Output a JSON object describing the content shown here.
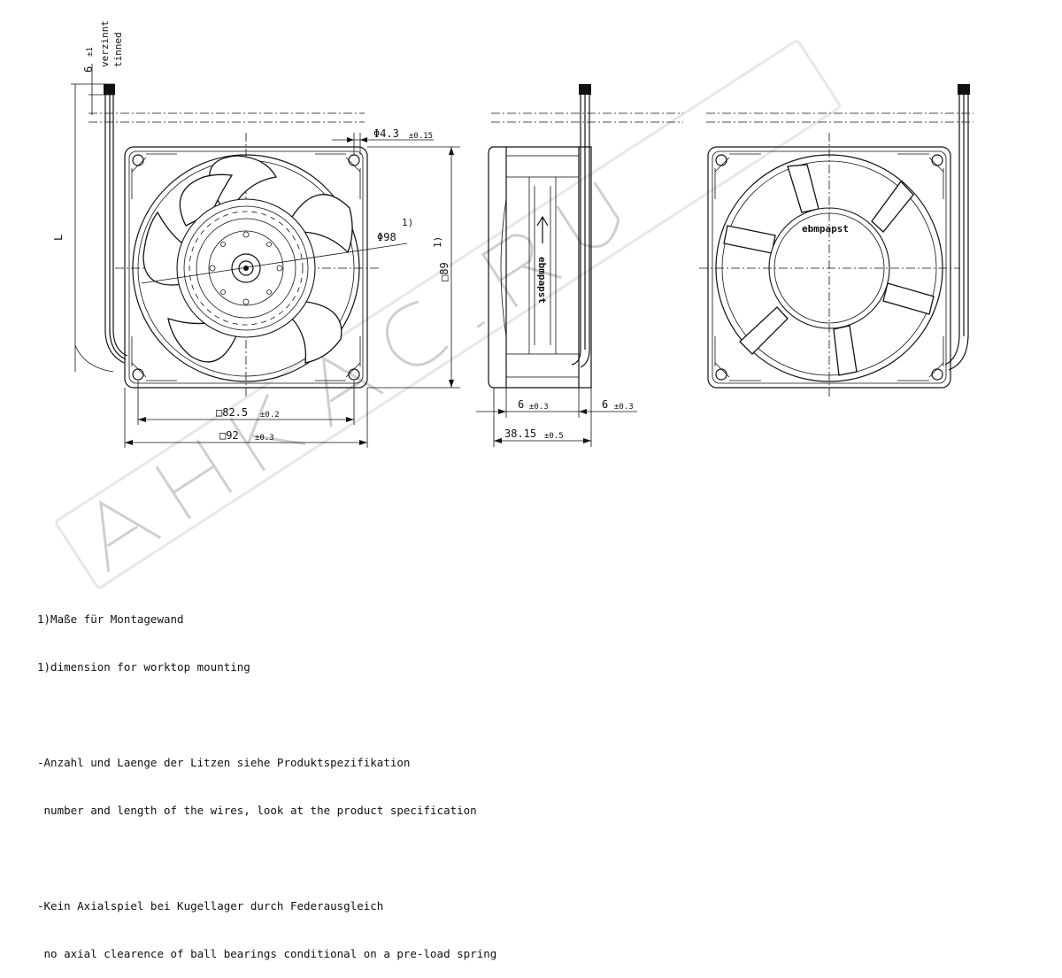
{
  "wire_label": {
    "value": "6",
    "tol": "±1",
    "note_de": "verzinnt",
    "note_en": "tinned"
  },
  "front_view": {
    "hole_dia": "Φ4.3",
    "hole_tol": "±0.15",
    "mount_dia": "Φ98",
    "mount_ref": "1)",
    "square_outer": "□89",
    "square_outer_ref": "1)",
    "length_label": "L",
    "hole_pitch": "□82.5",
    "hole_pitch_tol": "±0.2",
    "frame_size": "□92",
    "frame_size_tol": "±0.3"
  },
  "side_view": {
    "flange_left": "6",
    "flange_left_tol": "±0.3",
    "flange_right": "6",
    "flange_right_tol": "±0.3",
    "depth": "38.15",
    "depth_tol": "±0.5",
    "brand": "ebmpapst"
  },
  "back_view": {
    "brand": "ebmpapst"
  },
  "watermark": "AHKAC.RU",
  "notes": [
    "1)Maße für Montagewand",
    "1)dimension for worktop mounting",
    "",
    "-Anzahl und Laenge der Litzen siehe Produktspezifikation",
    " number and length of the wires, look at the product specification",
    "",
    "-Kein Axialspiel bei Kugellager durch Federausgleich",
    " no axial clearence of ball bearings conditional on a pre-load spring"
  ]
}
